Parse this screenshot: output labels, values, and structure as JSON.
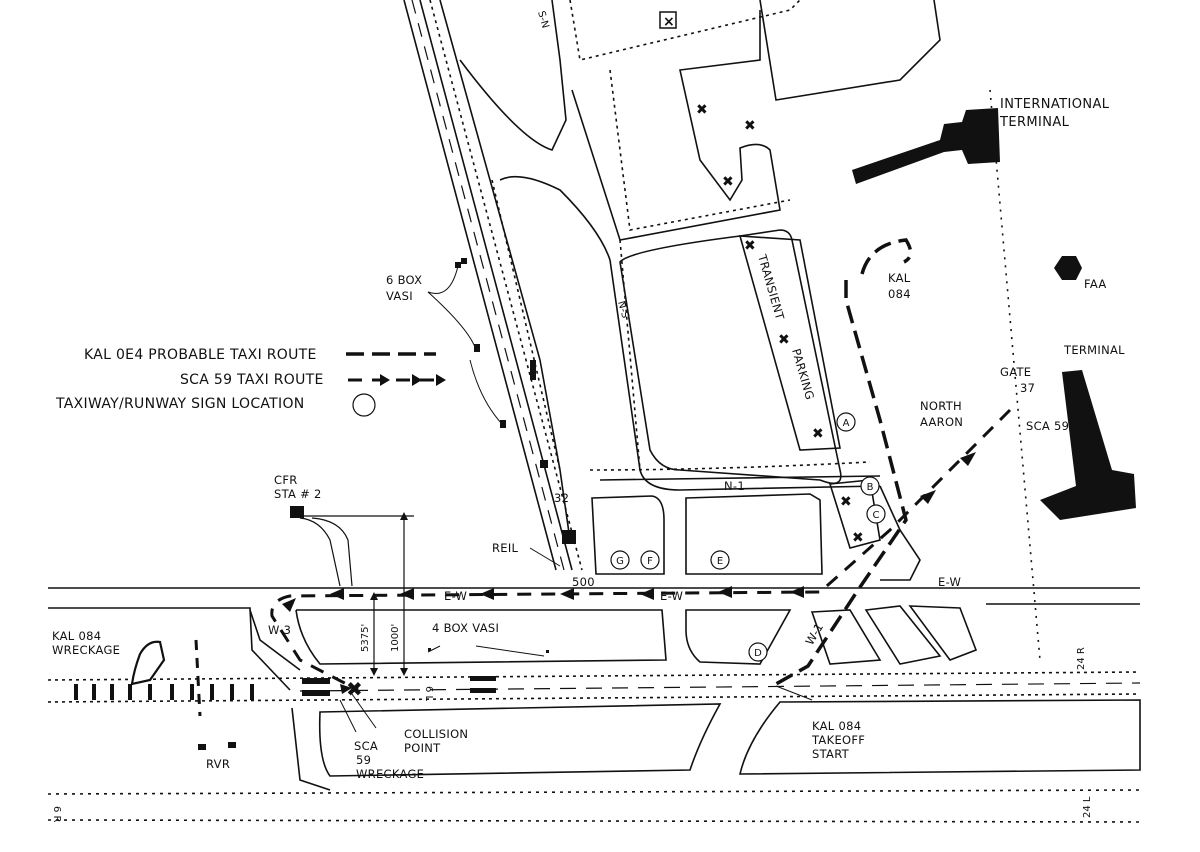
{
  "legend": {
    "kal_route": "KAL 0E4 PROBABLE TAXI ROUTE",
    "sca_route": "SCA 59 TAXI ROUTE",
    "sign_location": "TAXIWAY/RUNWAY SIGN LOCATION"
  },
  "labels": {
    "intl_terminal_1": "INTERNATIONAL",
    "intl_terminal_2": "TERMINAL",
    "faa": "FAA",
    "terminal": "TERMINAL",
    "kal084_1": "KAL",
    "kal084_2": "084",
    "gate37_1": "GATE",
    "gate37_2": "37",
    "sca59": "SCA 59",
    "north_aaron_1": "NORTH",
    "north_aaron_2": "AARON",
    "transient": "TRANSIENT",
    "parking": "PARKING",
    "ns_top": "S-N",
    "ns_mid": "N-S",
    "n1": "N-1",
    "vasi6_1": "6 BOX",
    "vasi6_2": "VASI",
    "cfr_1": "CFR",
    "cfr_2": "STA # 2",
    "reil": "REIL",
    "rwy32": "32",
    "d500": "500",
    "ew_left": "E-W",
    "ew_mid": "E-W",
    "ew_right": "E-W",
    "w3": "W-3",
    "w1": "W-1",
    "d5375": "5375'",
    "d1000": "1000'",
    "vasi4": "4 BOX VASI",
    "kal_wreck_1": "KAL  084",
    "kal_wreck_2": "WRECKAGE",
    "rvr": "RVR",
    "sca_wreck_1": "SCA",
    "sca_wreck_2": "59",
    "sca_wreck_3": "WRECKAGE",
    "collision_1": "COLLISION",
    "collision_2": "POINT",
    "takeoff_1": "KAL 084",
    "takeoff_2": "TAKEOFF",
    "takeoff_3": "START",
    "rwy24r": "24 R",
    "rwy6l": "6 L",
    "rwy24l": "24 L",
    "rwy6r": "6 R"
  },
  "signs": [
    "A",
    "B",
    "C",
    "D",
    "E",
    "F",
    "G"
  ]
}
